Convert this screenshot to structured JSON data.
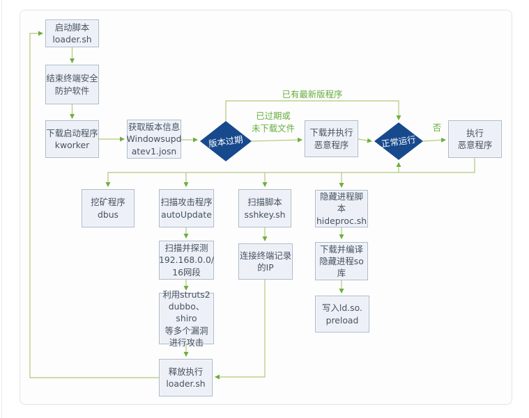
{
  "colors": {
    "box_fill": "#edf1f7",
    "box_border": "#a9b9c9",
    "box_text": "#47515f",
    "diamond_fill": "#17498d",
    "diamond_text": "#ffffff",
    "line": "#b3c878",
    "arrow": "#6fae3e",
    "label_text": "#64ad3c",
    "frame_border": "#e4e4e6",
    "frame_fill": "#fdfdfd"
  },
  "nodes": {
    "start_loader": {
      "text": "启动脚本\nloader.sh"
    },
    "kill_security": {
      "text": "结束终端安全\n防护软件"
    },
    "download_kworker": {
      "text": "下载启动程序\nkworker"
    },
    "get_version": {
      "text": "获取版本信息\nWindowsupd\natev1.josn"
    },
    "version_expired": {
      "text": "版本过期"
    },
    "download_execute": {
      "text": "下载并执行\n恶意程序"
    },
    "running_normal": {
      "text": "正常运行"
    },
    "execute_malware": {
      "text": "执行\n恶意程序"
    },
    "miner_dbus": {
      "text": "挖矿程序\ndbus"
    },
    "scan_attack": {
      "text": "扫描攻击程序\nautoUpdate"
    },
    "scan_script": {
      "text": "扫描脚本\nsshkey.sh"
    },
    "hide_script": {
      "text": "隐藏进程脚本\nhideproc.sh"
    },
    "scan_detect": {
      "text": "扫描并探测\n192.168.0.0/\n16网段"
    },
    "connect_ip": {
      "text": "连接终端记录\n的IP"
    },
    "compile_so": {
      "text": "下载并编译\n隐藏进程so库"
    },
    "exploit": {
      "text": "利用struts2\ndubbo、shiro\n等多个漏洞\n进行攻击"
    },
    "write_preload": {
      "text": "写入ld.so.\npreload"
    },
    "release_loader": {
      "text": "释放执行\nloader.sh"
    }
  },
  "edge_labels": {
    "has_latest": "已有最新版程序",
    "expired_or_missing": "已过期或\n未下载文件",
    "no": "否"
  }
}
